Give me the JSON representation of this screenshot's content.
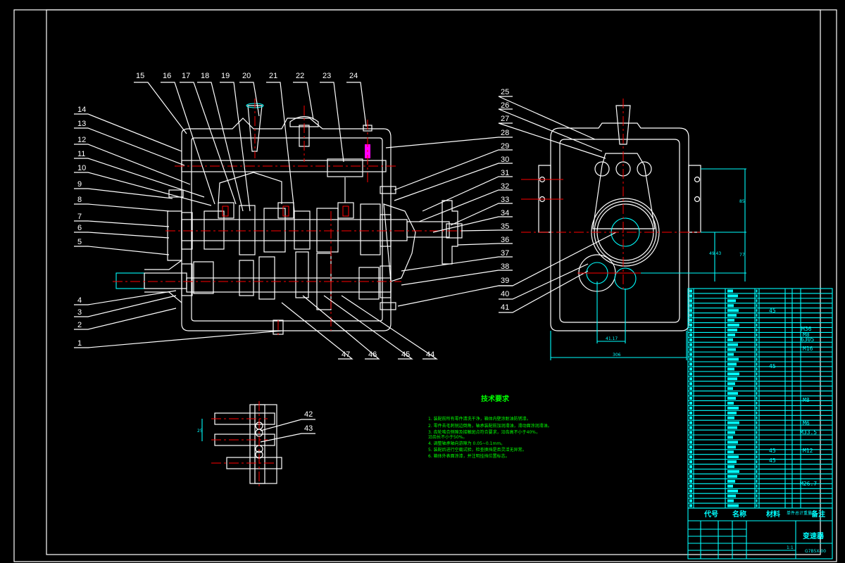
{
  "drawing": {
    "title": "变速器",
    "drawing_number": "G7B5X-00",
    "scale": "1:1",
    "header_row": {
      "code": "代号",
      "name": "名称",
      "material": "材料",
      "weight": "单件总计重量",
      "remark": "备注"
    },
    "tech_requirements": {
      "title": "技术要求",
      "items": [
        "1. 装配前所有零件清洗干净，箱体内壁涂耐油防锈漆。",
        "2. 零件去毛刺锐边倒角，轴承装配前加润滑油，滑动面涂润滑油。",
        "3. 齿轮啮合侧隙及接触斑点符合要求，沿齿高不小于40%，",
        "   沿齿长不小于50%。",
        "4. 调整轴承轴向游隙为 0.05~0.1mm。",
        "5. 装配后进行空载试验，检查换挡是否灵活无异常。",
        "6. 箱体外表面涂漆，并注明挂挡位置标志。"
      ]
    },
    "part_balloons_left": [
      "14",
      "13",
      "12",
      "11",
      "10",
      "9",
      "8",
      "7",
      "6",
      "5",
      "4",
      "3",
      "2",
      "1"
    ],
    "part_balloons_top": [
      "15",
      "16",
      "17",
      "18",
      "19",
      "20",
      "21",
      "22",
      "23",
      "24"
    ],
    "part_balloons_right": [
      "25",
      "26",
      "27",
      "28",
      "29",
      "30",
      "31",
      "32",
      "33",
      "34",
      "35",
      "36",
      "37",
      "38",
      "39",
      "40",
      "41"
    ],
    "part_balloons_bottom": [
      "47",
      "46",
      "45",
      "44"
    ],
    "part_balloons_detail": [
      "42",
      "43"
    ],
    "dimensions": {
      "width": "306",
      "center_distance": "41.17",
      "height_1": "85",
      "height_2": "49.43",
      "height_3": "77",
      "detail_pitch": "25"
    },
    "bom_notes": {
      "r1": "M36",
      "r2": "M8",
      "r3": "6305",
      "r4": "M16",
      "r5": "M8",
      "r6": "M6",
      "r7": "M33.5",
      "r8": "M12",
      "r9": "M26.7"
    },
    "bom_materials": {
      "m1": "45",
      "m2": "45",
      "m3": "45",
      "m4": "45"
    }
  },
  "colors": {
    "background": "#000000",
    "outline": "#ffffff",
    "hatch": "#00ffff",
    "centerline": "#ff0000",
    "text_green": "#00ff00",
    "spring": "#ff00ff"
  }
}
